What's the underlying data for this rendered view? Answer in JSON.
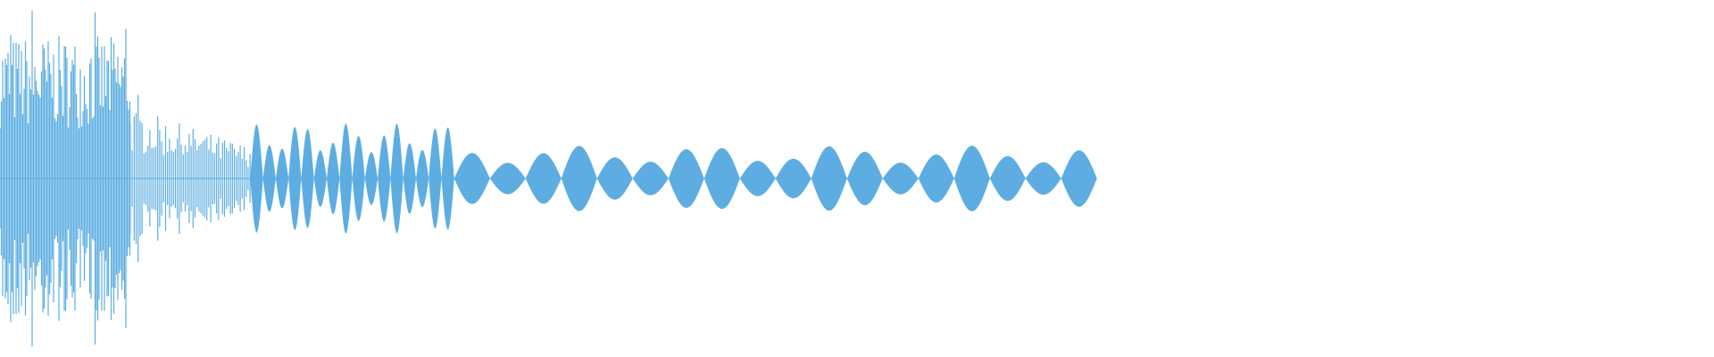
{
  "waveform": {
    "fill_color": "#5dade2",
    "background_color": "#ffffff",
    "sections": [
      {
        "type": "noise",
        "end": 0.076,
        "amplitude": 0.8
      },
      {
        "type": "decay",
        "end": 0.146,
        "amplitude": 0.4
      },
      {
        "type": "pulses",
        "end": 0.265,
        "amplitude": 0.27,
        "count": 16
      },
      {
        "type": "pulses",
        "end": 0.64,
        "amplitude": 0.16,
        "count": 18
      }
    ]
  }
}
